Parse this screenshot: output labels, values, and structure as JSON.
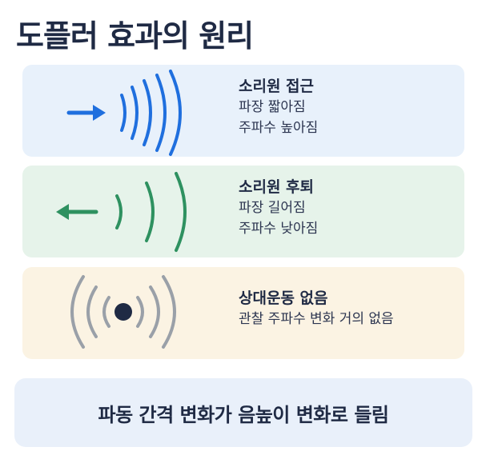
{
  "title": "도플러 효과의 원리",
  "cards": [
    {
      "heading": "소리원 접근",
      "lines": [
        "파장 짧아짐",
        "주파수 높아짐"
      ],
      "icon": "right-arrow-icon",
      "color": "#1f6fde"
    },
    {
      "heading": "소리원 후퇴",
      "lines": [
        "파장 길어짐",
        "주파수 낮아짐"
      ],
      "icon": "left-arrow-icon",
      "color": "#2e9160"
    },
    {
      "heading": "상대운동 없음",
      "lines": [
        "관찰 주파수 변화 거의 없음"
      ],
      "icon": "source-dot-icon",
      "color": "#9aa0a8"
    }
  ],
  "summary": "파동 간격 변화가 음높이 변화로 들림"
}
